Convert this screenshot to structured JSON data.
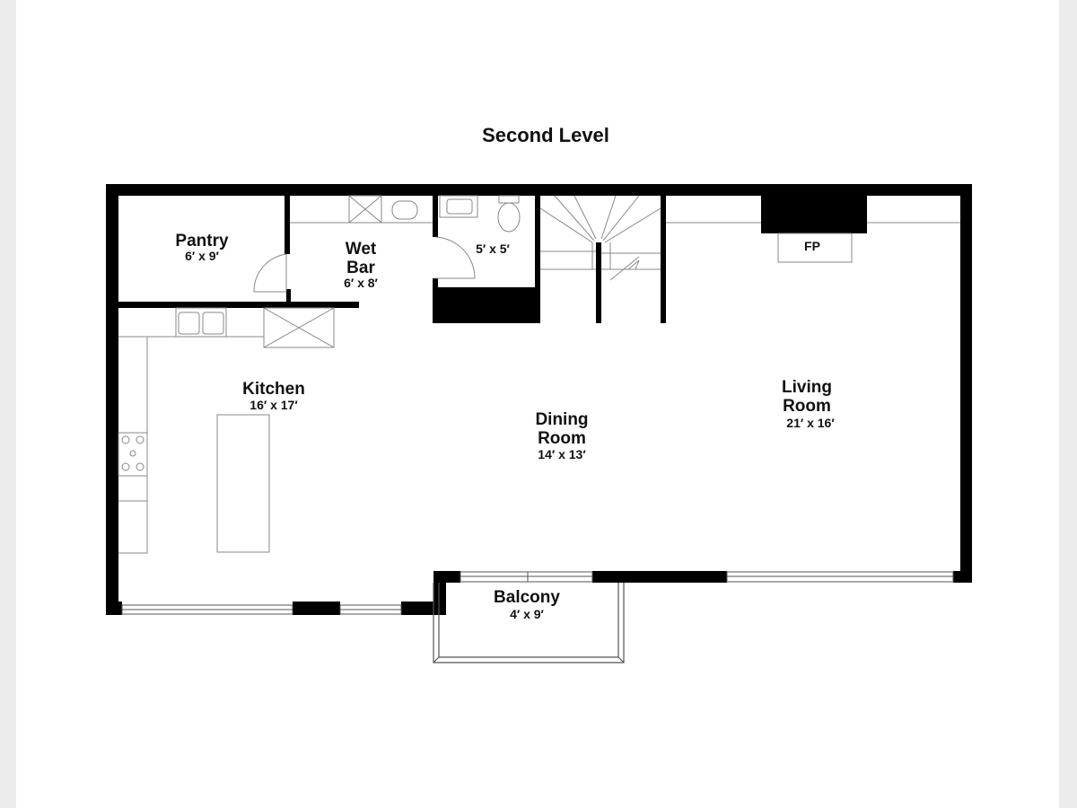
{
  "title": "Second Level",
  "rooms": {
    "pantry": {
      "name": "Pantry",
      "dims": "6′ x 9′"
    },
    "wet_bar": {
      "line1": "Wet",
      "line2": "Bar",
      "dims": "6′ x 8′"
    },
    "bath": {
      "dims": "5′ x 5′"
    },
    "kitchen": {
      "name": "Kitchen",
      "dims": "16′ x 17′"
    },
    "dining": {
      "line1": "Dining",
      "line2": "Room",
      "dims": "14′ x 13′"
    },
    "living": {
      "line1": "Living",
      "line2": "Room",
      "dims": "21′ x 16′"
    },
    "balcony": {
      "name": "Balcony",
      "dims": "4′ x 9′"
    }
  },
  "fireplace_label": "FP",
  "colors": {
    "wall": "#000000",
    "fixture_line": "#888888",
    "background": "#ffffff",
    "margin": "#ececec"
  }
}
